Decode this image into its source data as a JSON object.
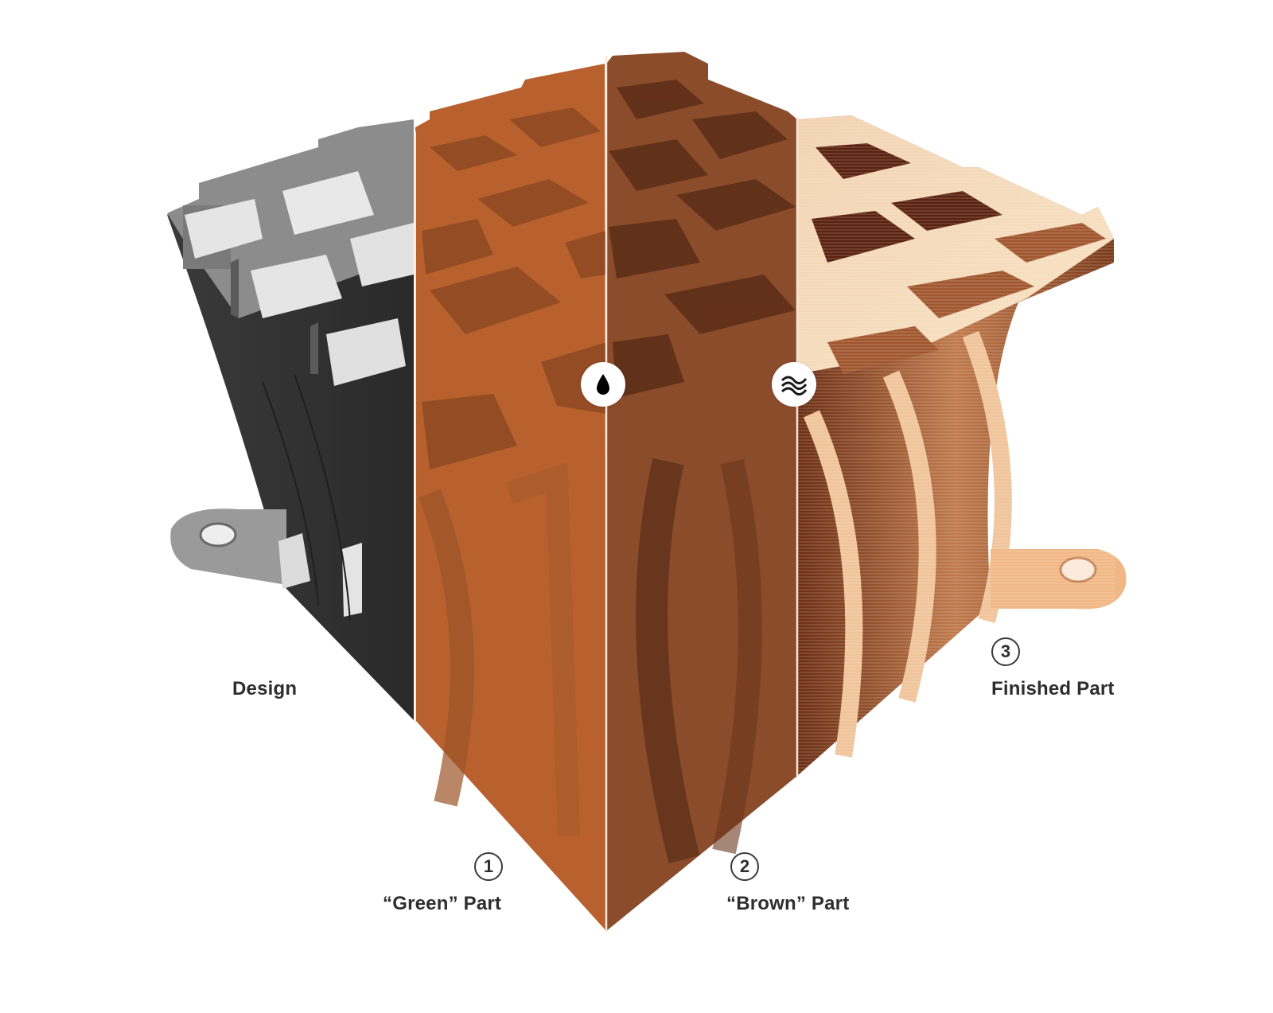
{
  "diagram": {
    "type": "manufacturing-process-stages",
    "subject": "lattice heat-sink part shown in four stages",
    "stages": [
      {
        "id": "design",
        "step": "",
        "label": "Design",
        "color": "#8a8a8a"
      },
      {
        "id": "green",
        "step": "1",
        "label": "“Green” Part",
        "color": "#b8612e"
      },
      {
        "id": "brown",
        "step": "2",
        "label": "“Brown” Part",
        "color": "#8a4a2a"
      },
      {
        "id": "finished",
        "step": "3",
        "label": "Finished Part",
        "color": "#e8b48a"
      }
    ],
    "process_icons": [
      {
        "between": "green-brown",
        "icon": "droplet-icon",
        "meaning": "debind"
      },
      {
        "between": "brown-finished",
        "icon": "heat-waves-icon",
        "meaning": "sinter"
      }
    ]
  }
}
